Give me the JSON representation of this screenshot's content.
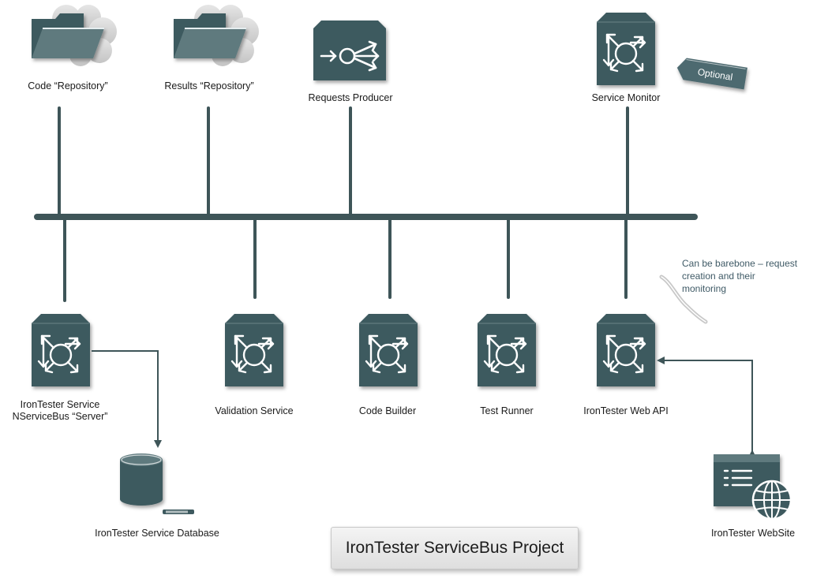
{
  "nodes": {
    "code_repo": "Code “Repository”",
    "results_repo": "Results “Repository”",
    "requests_producer": "Requests Producer",
    "service_monitor": "Service Monitor",
    "service_server_line1": "IronTester Service",
    "service_server_line2": "NServiceBus “Server”",
    "validation": "Validation Service",
    "code_builder": "Code Builder",
    "test_runner": "Test Runner",
    "web_api": "IronTester Web API",
    "database": "IronTester Service Database",
    "website": "IronTester WebSite"
  },
  "notes": {
    "optional": "Optional",
    "barebone_line1": "Can be barebone – request",
    "barebone_line2": "creation and their",
    "barebone_line3": "monitoring"
  },
  "title": "IronTester ServiceBus Project",
  "icons": {
    "folder": "folder-icon",
    "producer": "message-producer-icon",
    "service": "service-hub-icon",
    "database": "database-icon",
    "website": "website-globe-icon"
  },
  "colors": {
    "icon_fill": "#3e5a5f",
    "icon_shade": "#5f7a7e",
    "bus_line": "#3e5558"
  }
}
